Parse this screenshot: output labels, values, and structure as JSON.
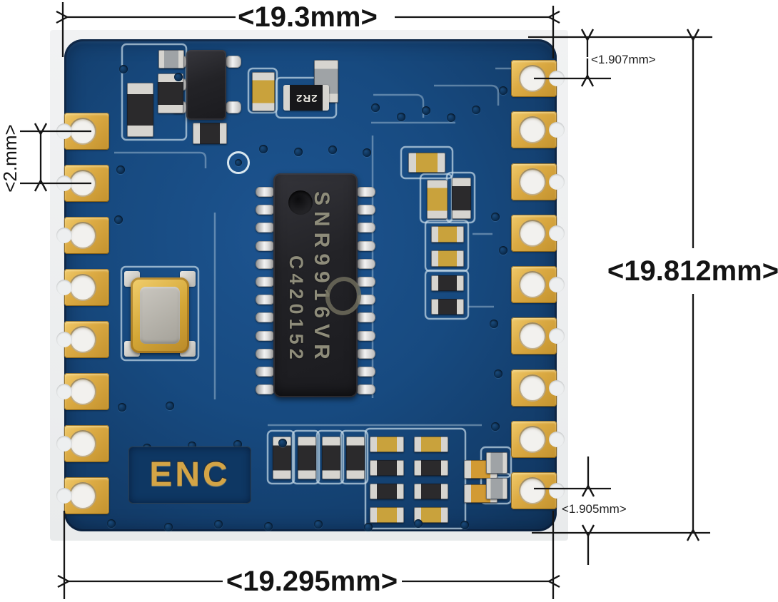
{
  "annotations": {
    "top_width": "<19.3mm>",
    "bottom_width": "<19.295mm>",
    "overall_height": "<19.812mm>",
    "top_pad_offset": "<1.907mm>",
    "bottom_pad_offset": "<1.905mm>",
    "pad_pitch": "<2.mm>"
  },
  "board": {
    "ic": {
      "line1": "SNR9916VR",
      "line2": "C420152"
    },
    "resistor_label": "2R2",
    "silkscreen_label": "ENC",
    "left_pad_count": 8,
    "right_pad_count": 9,
    "ic_pins_per_side": 12,
    "colors": {
      "pcb_blue": "#174a7f",
      "pad_gold": "#dcab44",
      "silkscreen": "#c9dde9",
      "dimension_line": "#151515",
      "photo_backdrop": "#edeff0",
      "chip_black": "#232327",
      "label_gold": "#d3a446"
    }
  }
}
